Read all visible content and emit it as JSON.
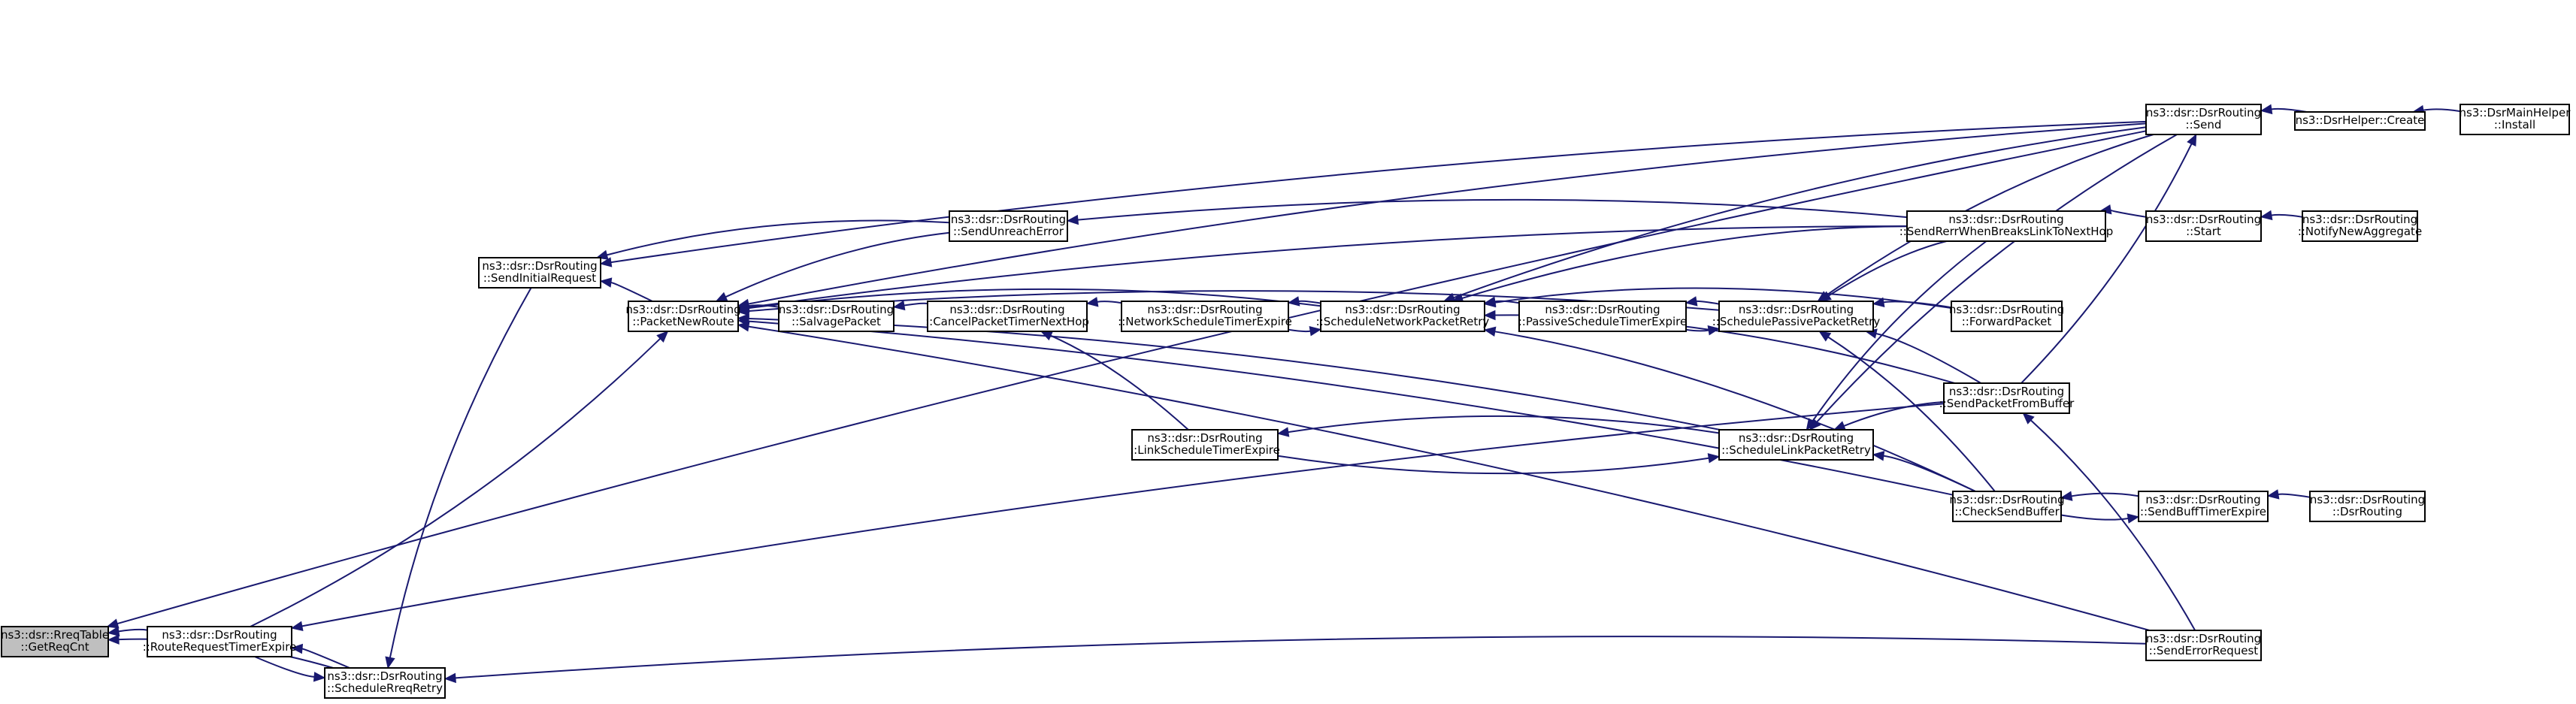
{
  "nodes": [
    {
      "id": "getreqcnt",
      "lines": [
        "ns3::dsr::RreqTable",
        "::GetReqCnt"
      ],
      "root": true
    },
    {
      "id": "routerequesttimerexpire",
      "lines": [
        "ns3::dsr::DsrRouting",
        "::RouteRequestTimerExpire"
      ]
    },
    {
      "id": "schedulerreqretry",
      "lines": [
        "ns3::dsr::DsrRouting",
        "::ScheduleRreqRetry"
      ]
    },
    {
      "id": "sendinitialrequest",
      "lines": [
        "ns3::dsr::DsrRouting",
        "::SendInitialRequest"
      ]
    },
    {
      "id": "packetnewroute",
      "lines": [
        "ns3::dsr::DsrRouting",
        "::PacketNewRoute"
      ]
    },
    {
      "id": "salvagepacket",
      "lines": [
        "ns3::dsr::DsrRouting",
        "::SalvagePacket"
      ]
    },
    {
      "id": "cancelpackettimernexthop",
      "lines": [
        "ns3::dsr::DsrRouting",
        "::CancelPacketTimerNextHop"
      ]
    },
    {
      "id": "sendunreacherror",
      "lines": [
        "ns3::dsr::DsrRouting",
        "::SendUnreachError"
      ]
    },
    {
      "id": "networkscheduletimerexpire",
      "lines": [
        "ns3::dsr::DsrRouting",
        "::NetworkScheduleTimerExpire"
      ]
    },
    {
      "id": "linkscheduletimerexpire",
      "lines": [
        "ns3::dsr::DsrRouting",
        "::LinkScheduleTimerExpire"
      ]
    },
    {
      "id": "schedulenetworkpacketretry",
      "lines": [
        "ns3::dsr::DsrRouting",
        "::ScheduleNetworkPacketRetry"
      ]
    },
    {
      "id": "passivescheduletimerexpire",
      "lines": [
        "ns3::dsr::DsrRouting",
        "::PassiveScheduleTimerExpire"
      ]
    },
    {
      "id": "schedulepassivepacketretry",
      "lines": [
        "ns3::dsr::DsrRouting",
        "::SchedulePassivePacketRetry"
      ]
    },
    {
      "id": "schedulelinkpacketretry",
      "lines": [
        "ns3::dsr::DsrRouting",
        "::ScheduleLinkPacketRetry"
      ]
    },
    {
      "id": "sendrerrwhenbreakslinktonexthop",
      "lines": [
        "ns3::dsr::DsrRouting",
        "::SendRerrWhenBreaksLinkToNextHop"
      ]
    },
    {
      "id": "forwardpacket",
      "lines": [
        "ns3::dsr::DsrRouting",
        "::ForwardPacket"
      ]
    },
    {
      "id": "sendpacketfrombuffer",
      "lines": [
        "ns3::dsr::DsrRouting",
        "::SendPacketFromBuffer"
      ]
    },
    {
      "id": "checksendbuffer",
      "lines": [
        "ns3::dsr::DsrRouting",
        "::CheckSendBuffer"
      ]
    },
    {
      "id": "send",
      "lines": [
        "ns3::dsr::DsrRouting",
        "::Send"
      ]
    },
    {
      "id": "start",
      "lines": [
        "ns3::dsr::DsrRouting",
        "::Start"
      ]
    },
    {
      "id": "sendbufftimerexpire",
      "lines": [
        "ns3::dsr::DsrRouting",
        "::SendBuffTimerExpire"
      ]
    },
    {
      "id": "senderrorrequest",
      "lines": [
        "ns3::dsr::DsrRouting",
        "::SendErrorRequest"
      ]
    },
    {
      "id": "dsrhelpercreate",
      "lines": [
        "ns3::DsrHelper::Create"
      ]
    },
    {
      "id": "dsrmainhelperinstall",
      "lines": [
        "ns3::DsrMainHelper",
        "::Install"
      ]
    },
    {
      "id": "notifynewaggregate",
      "lines": [
        "ns3::dsr::DsrRouting",
        "::NotifyNewAggregate"
      ]
    },
    {
      "id": "dsrrouting",
      "lines": [
        "ns3::dsr::DsrRouting",
        "::DsrRouting"
      ]
    }
  ],
  "edges": [
    {
      "from": "routerequesttimerexpire",
      "to": "getreqcnt"
    },
    {
      "from": "schedulerreqretry",
      "to": "getreqcnt"
    },
    {
      "from": "send",
      "to": "getreqcnt"
    },
    {
      "from": "schedulerreqretry",
      "to": "routerequesttimerexpire"
    },
    {
      "from": "routerequesttimerexpire",
      "to": "schedulerreqretry"
    },
    {
      "from": "sendinitialrequest",
      "to": "schedulerreqretry"
    },
    {
      "from": "senderrorrequest",
      "to": "schedulerreqretry"
    },
    {
      "from": "packetnewroute",
      "to": "sendinitialrequest"
    },
    {
      "from": "sendunreacherror",
      "to": "sendinitialrequest"
    },
    {
      "from": "send",
      "to": "sendinitialrequest"
    },
    {
      "from": "routerequesttimerexpire",
      "to": "packetnewroute"
    },
    {
      "from": "salvagepacket",
      "to": "packetnewroute"
    },
    {
      "from": "sendunreacherror",
      "to": "packetnewroute"
    },
    {
      "from": "schedulenetworkpacketretry",
      "to": "packetnewroute"
    },
    {
      "from": "schedulepassivepacketretry",
      "to": "packetnewroute"
    },
    {
      "from": "schedulelinkpacketretry",
      "to": "packetnewroute"
    },
    {
      "from": "checksendbuffer",
      "to": "packetnewroute"
    },
    {
      "from": "senderrorrequest",
      "to": "packetnewroute"
    },
    {
      "from": "sendrerrwhenbreakslinktonexthop",
      "to": "packetnewroute"
    },
    {
      "from": "send",
      "to": "packetnewroute"
    },
    {
      "from": "cancelpackettimernexthop",
      "to": "salvagepacket"
    },
    {
      "from": "networkscheduletimerexpire",
      "to": "cancelpackettimernexthop"
    },
    {
      "from": "linkscheduletimerexpire",
      "to": "cancelpackettimernexthop"
    },
    {
      "from": "sendrerrwhenbreakslinktonexthop",
      "to": "sendunreacherror"
    },
    {
      "from": "schedulenetworkpacketretry",
      "to": "networkscheduletimerexpire"
    },
    {
      "from": "networkscheduletimerexpire",
      "to": "schedulenetworkpacketretry"
    },
    {
      "from": "schedulelinkpacketretry",
      "to": "linkscheduletimerexpire"
    },
    {
      "from": "linkscheduletimerexpire",
      "to": "schedulelinkpacketretry"
    },
    {
      "from": "passivescheduletimerexpire",
      "to": "schedulenetworkpacketretry"
    },
    {
      "from": "sendrerrwhenbreakslinktonexthop",
      "to": "schedulenetworkpacketretry"
    },
    {
      "from": "checksendbuffer",
      "to": "schedulenetworkpacketretry"
    },
    {
      "from": "send",
      "to": "schedulenetworkpacketretry"
    },
    {
      "from": "forwardpacket",
      "to": "schedulenetworkpacketretry"
    },
    {
      "from": "sendpacketfrombuffer",
      "to": "schedulenetworkpacketretry"
    },
    {
      "from": "schedulepassivepacketretry",
      "to": "passivescheduletimerexpire"
    },
    {
      "from": "passivescheduletimerexpire",
      "to": "schedulepassivepacketretry"
    },
    {
      "from": "sendrerrwhenbreakslinktonexthop",
      "to": "schedulepassivepacketretry"
    },
    {
      "from": "forwardpacket",
      "to": "schedulepassivepacketretry"
    },
    {
      "from": "sendpacketfrombuffer",
      "to": "schedulepassivepacketretry"
    },
    {
      "from": "checksendbuffer",
      "to": "schedulepassivepacketretry"
    },
    {
      "from": "send",
      "to": "schedulepassivepacketretry"
    },
    {
      "from": "sendrerrwhenbreakslinktonexthop",
      "to": "schedulelinkpacketretry"
    },
    {
      "from": "sendpacketfrombuffer",
      "to": "schedulelinkpacketretry"
    },
    {
      "from": "checksendbuffer",
      "to": "schedulelinkpacketretry"
    },
    {
      "from": "send",
      "to": "schedulelinkpacketretry"
    },
    {
      "from": "sendpacketfrombuffer",
      "to": "routerequesttimerexpire"
    },
    {
      "from": "start",
      "to": "sendrerrwhenbreakslinktonexthop"
    },
    {
      "from": "sendpacketfrombuffer",
      "to": "send"
    },
    {
      "from": "sendbufftimerexpire",
      "to": "checksendbuffer"
    },
    {
      "from": "checksendbuffer",
      "to": "sendbufftimerexpire"
    },
    {
      "from": "dsrhelpercreate",
      "to": "send"
    },
    {
      "from": "dsrmainhelperinstall",
      "to": "dsrhelpercreate"
    },
    {
      "from": "notifynewaggregate",
      "to": "start"
    },
    {
      "from": "dsrrouting",
      "to": "sendbufftimerexpire"
    },
    {
      "from": "senderrorrequest",
      "to": "sendpacketfrombuffer"
    }
  ]
}
